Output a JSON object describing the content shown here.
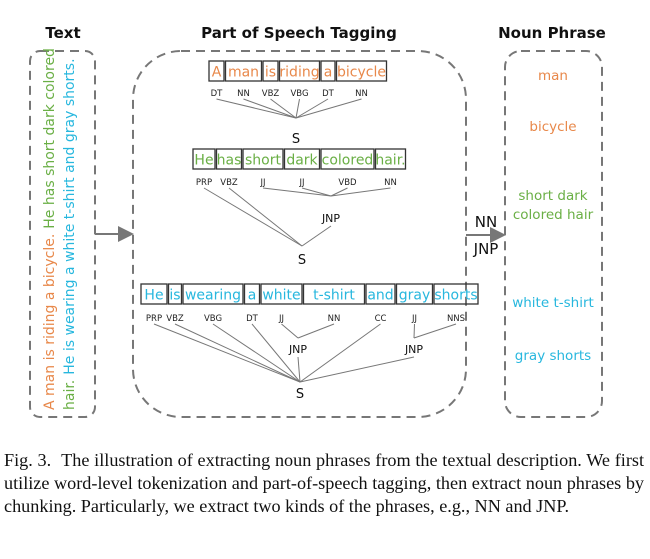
{
  "headers": {
    "text": "Text",
    "pos": "Part of Speech Tagging",
    "np": "Noun Phrase"
  },
  "colors": {
    "orange": "#e8884a",
    "green": "#6aaf45",
    "cyan": "#27b7de",
    "dark": "#333333",
    "line": "#777777",
    "dash": "#777777"
  },
  "text_column": [
    {
      "text": "A man is riding a bicycle.",
      "color": "orange"
    },
    {
      "text": "He has short dark colored hair.",
      "color": "green"
    },
    {
      "text": "He is wearing a white t-shirt and gray shorts.",
      "color": "cyan"
    }
  ],
  "sentences": [
    {
      "color": "orange",
      "words": [
        "A",
        "man",
        "is",
        "riding",
        "a",
        "bicycle"
      ],
      "tags": [
        "DT",
        "NN",
        "VBZ",
        "VBG",
        "DT",
        "NN"
      ],
      "root": "S"
    },
    {
      "color": "green",
      "words": [
        "He",
        "has",
        "short",
        "dark",
        "colored",
        "hair."
      ],
      "tags": [
        "PRP",
        "VBZ",
        "JJ",
        "JJ",
        "VBD",
        "NN"
      ],
      "jnp": "JNP",
      "root": "S"
    },
    {
      "color": "cyan",
      "words": [
        "He",
        "is",
        "wearing",
        "a",
        "white",
        "t-shirt",
        "and",
        "gray",
        "shorts"
      ],
      "tags": [
        "PRP",
        "VBZ",
        "VBG",
        "DT",
        "JJ",
        "NN",
        "CC",
        "JJ",
        "NNS"
      ],
      "jnp": "JNP",
      "root": "S"
    }
  ],
  "arrow_labels": [
    "NN",
    "JNP"
  ],
  "noun_phrases": [
    {
      "lines": [
        "man"
      ],
      "color": "orange"
    },
    {
      "lines": [
        "bicycle"
      ],
      "color": "orange"
    },
    {
      "lines": [
        "short dark",
        "colored hair"
      ],
      "color": "green"
    },
    {
      "lines": [
        "white t-shirt"
      ],
      "color": "cyan"
    },
    {
      "lines": [
        "gray shorts"
      ],
      "color": "cyan"
    }
  ],
  "caption": {
    "label": "Fig. 3.",
    "text": "The illustration of extracting noun phrases from the textual description. We first utilize word-level tokenization and part-of-speech tagging, then extract noun phrases by chunking. Particularly, we extract two kinds of the phrases, e.g., NN and JNP."
  }
}
